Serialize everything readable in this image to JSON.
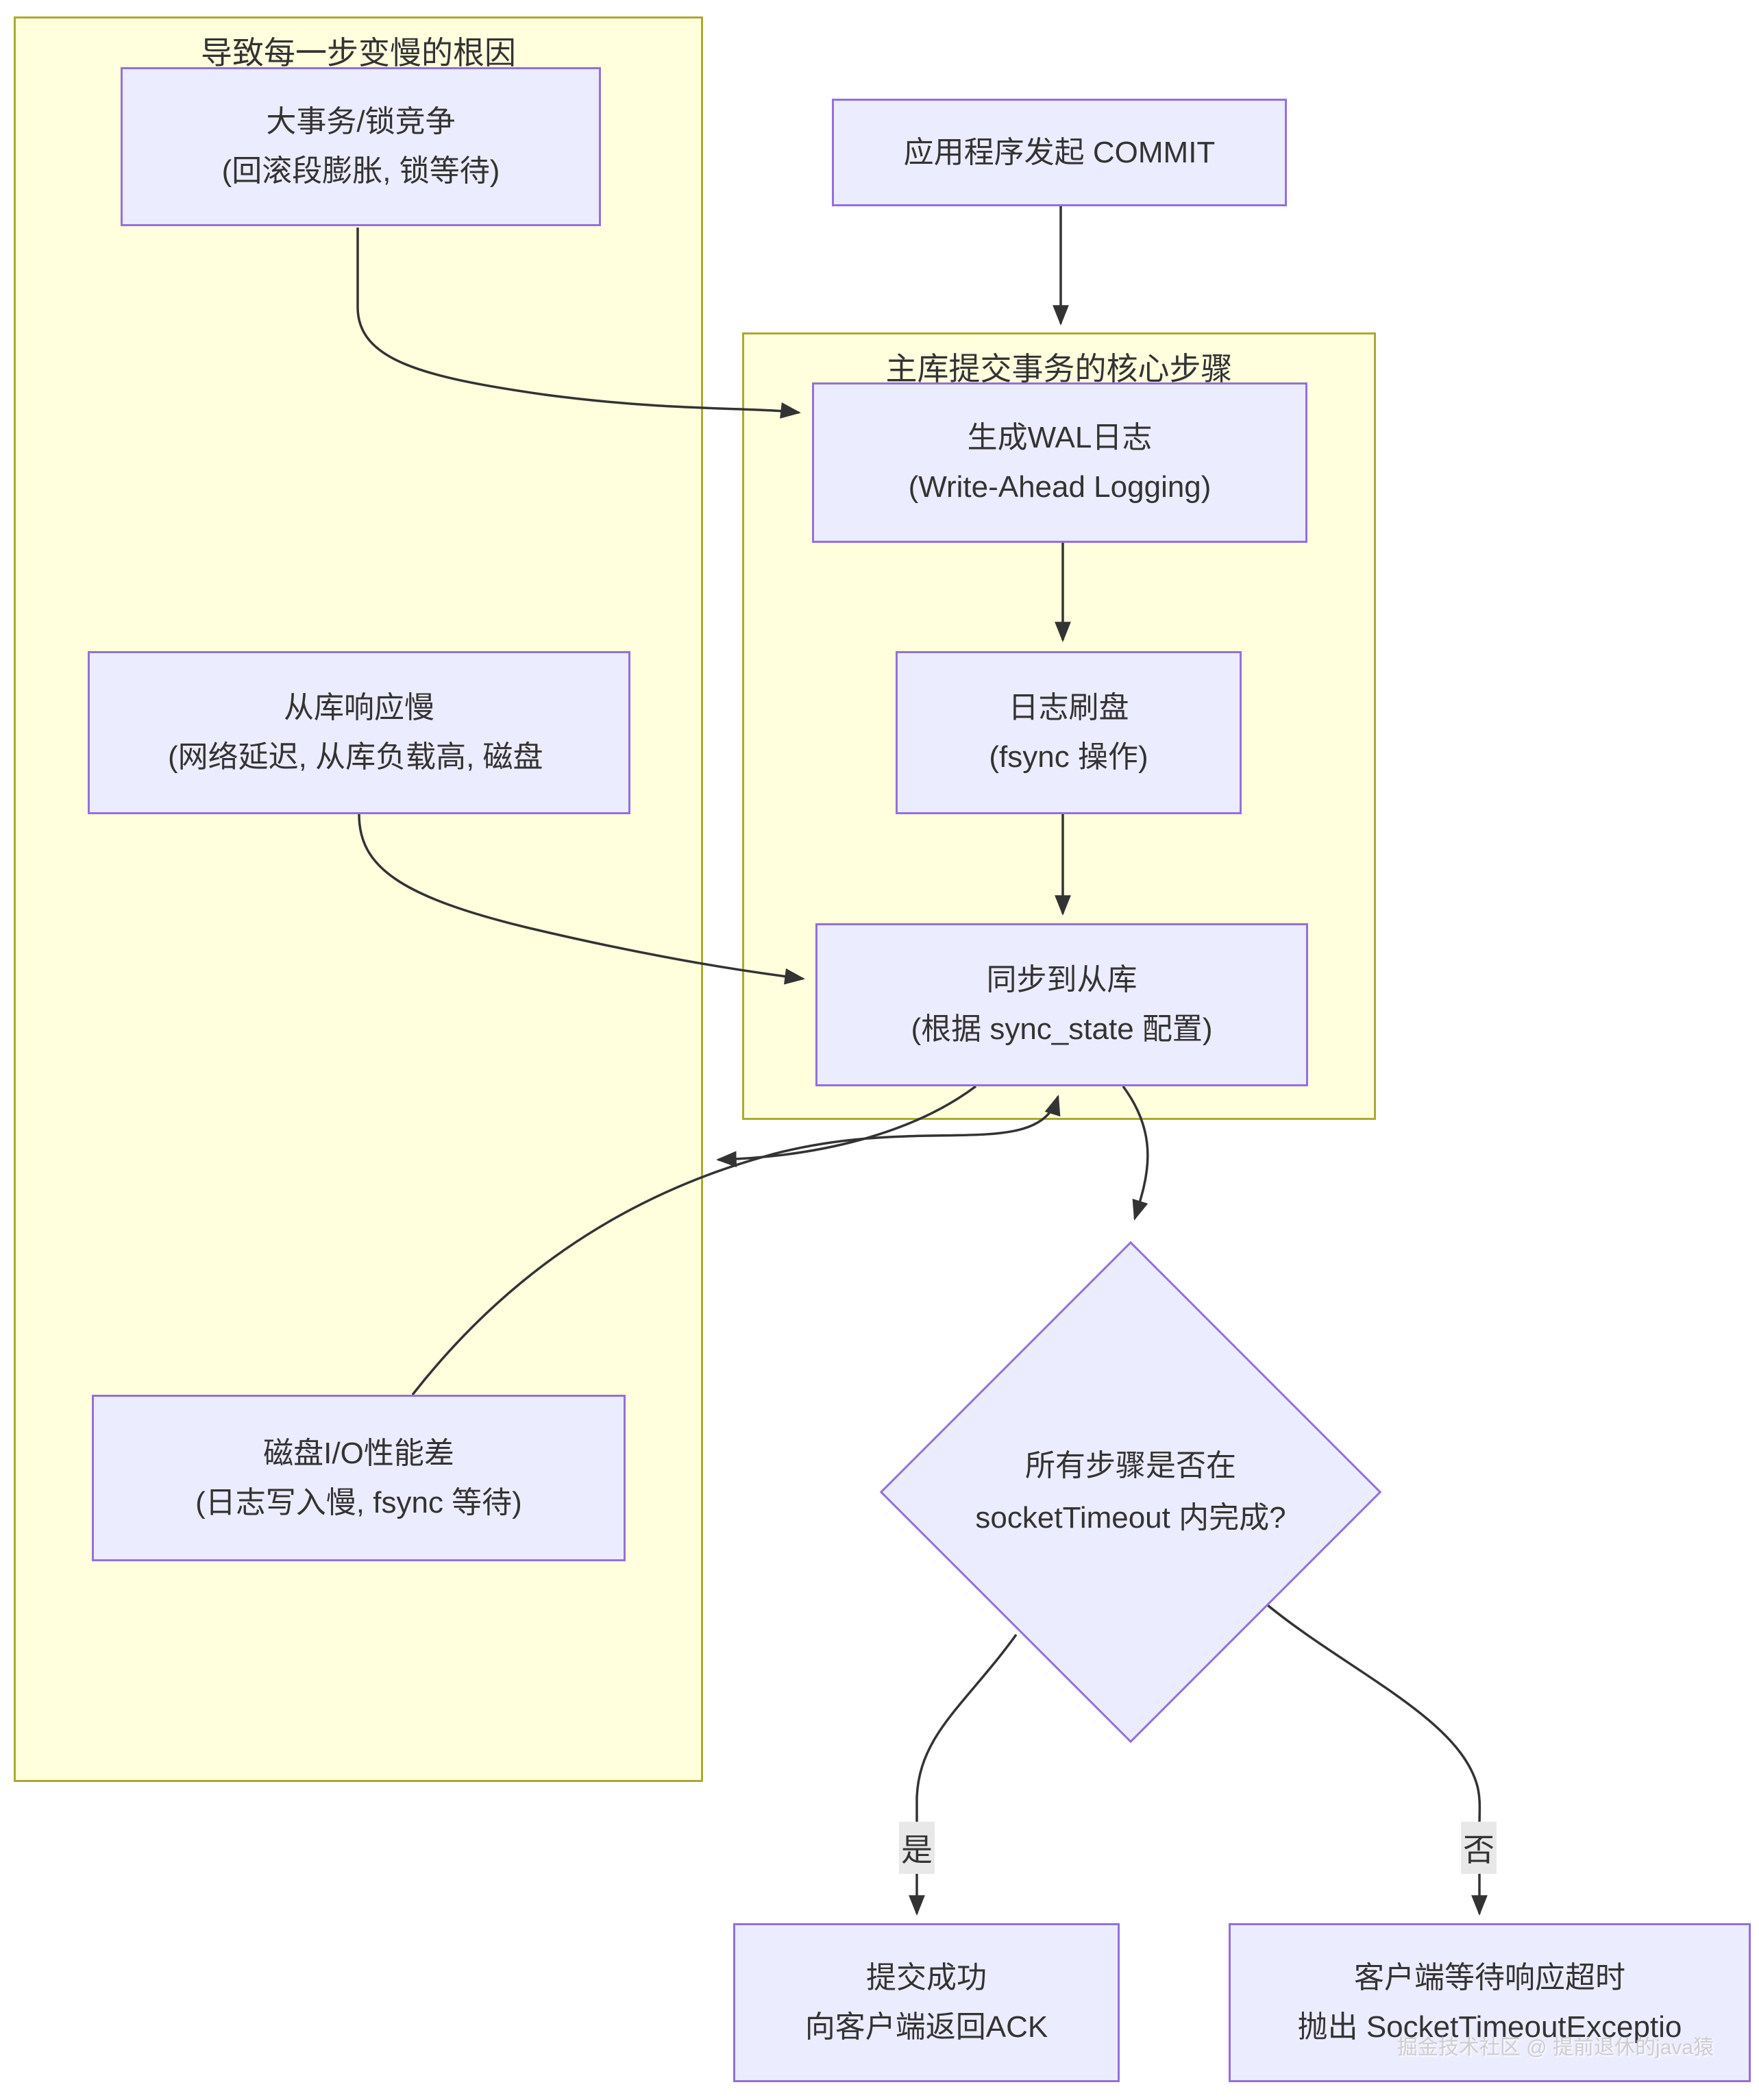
{
  "colors": {
    "node_fill": "#ECECFF",
    "node_border": "#9370DB",
    "group_fill": "#FFFFDE",
    "group_border": "#AAAA33",
    "edge": "#333333",
    "text": "#333333",
    "label_bg": "#E8E8E8"
  },
  "groups": {
    "root_causes": {
      "title": "导致每一步变慢的根因"
    },
    "core_steps": {
      "title": "主库提交事务的核心步骤"
    }
  },
  "nodes": {
    "commit": {
      "line1": "应用程序发起 COMMIT"
    },
    "big_txn": {
      "line1": "大事务/锁竞争",
      "line2": "(回滚段膨胀, 锁等待)"
    },
    "slave_slow": {
      "line1": "从库响应慢",
      "line2": "(网络延迟, 从库负载高, 磁盘"
    },
    "disk_io": {
      "line1": "磁盘I/O性能差",
      "line2": "(日志写入慢, fsync 等待)"
    },
    "wal": {
      "line1": "生成WAL日志",
      "line2": "(Write-Ahead Logging)"
    },
    "flush": {
      "line1": "日志刷盘",
      "line2": "(fsync 操作)"
    },
    "sync": {
      "line1": "同步到从库",
      "line2": "(根据 sync_state 配置)"
    },
    "decision": {
      "line1": "所有步骤是否在",
      "line2": "socketTimeout 内完成?"
    },
    "success": {
      "line1": "提交成功",
      "line2": "向客户端返回ACK"
    },
    "timeout": {
      "line1": "客户端等待响应超时",
      "line2": "抛出 SocketTimeoutExceptio"
    }
  },
  "edge_labels": {
    "yes": "是",
    "no": "否"
  },
  "watermark": "掘金技术社区 @ 提前退休的java猿"
}
